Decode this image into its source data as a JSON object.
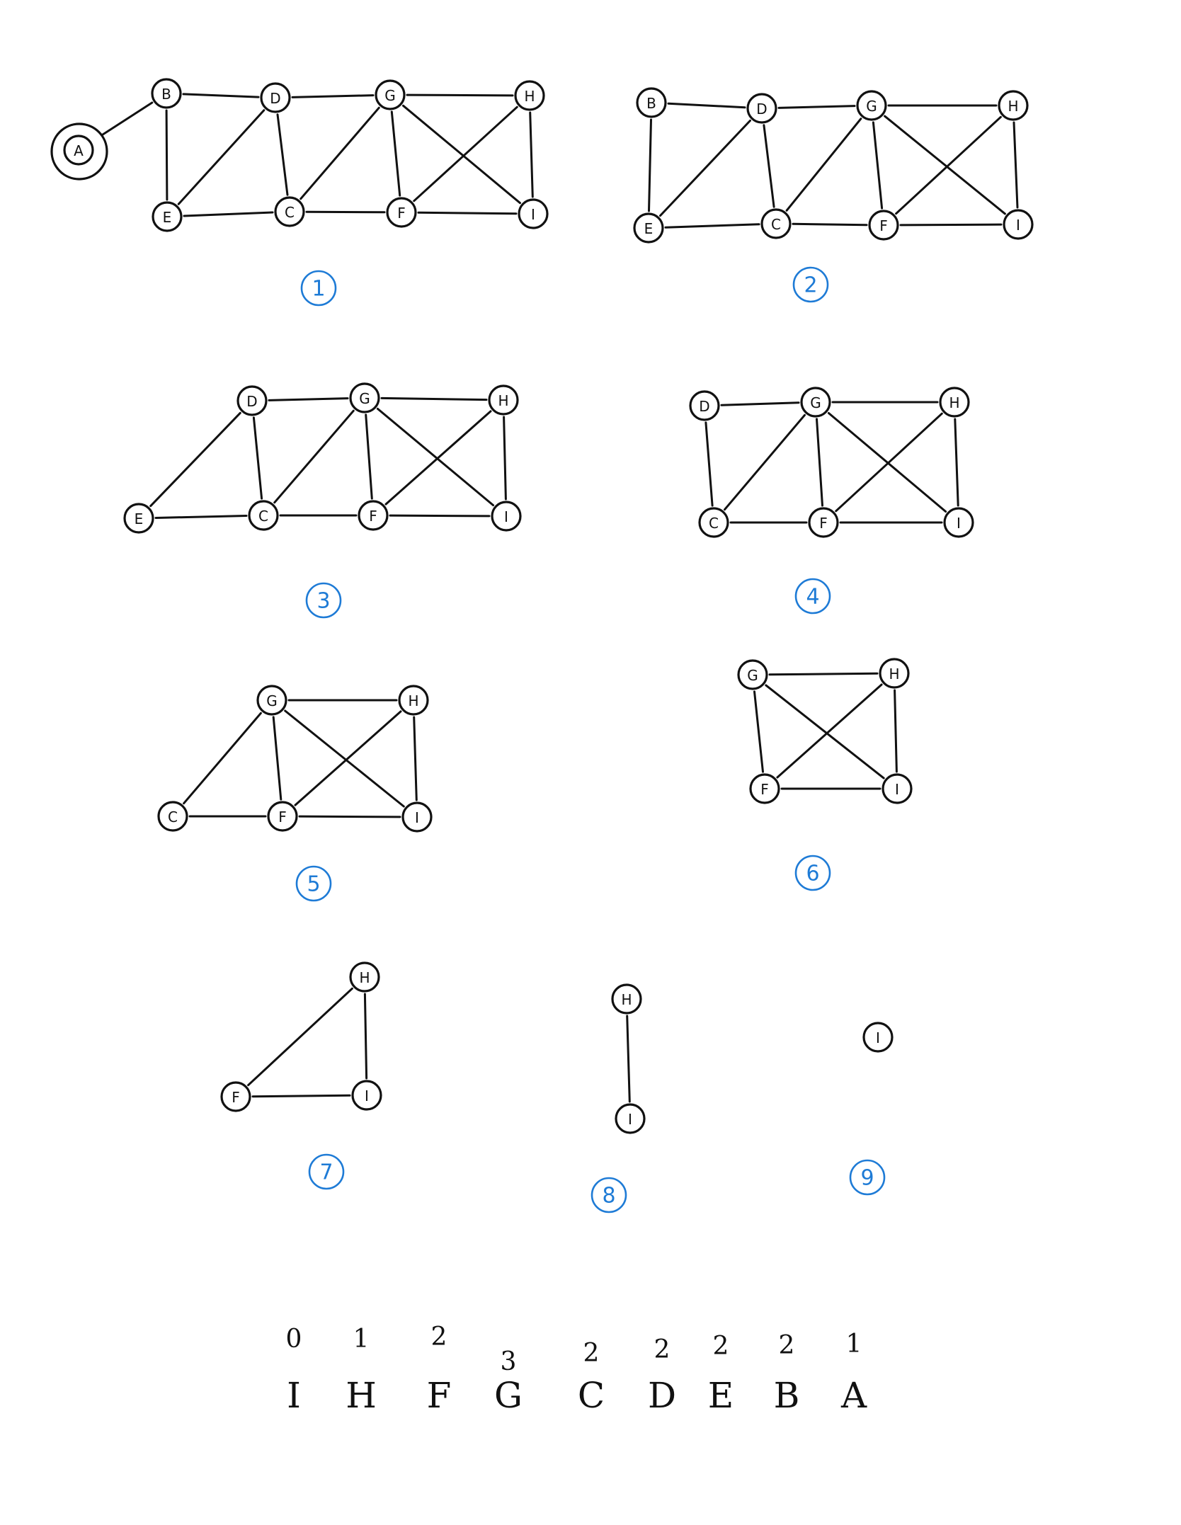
{
  "colors": {
    "ink": "#111111",
    "step_label": "#1e7bd6",
    "removed": "#c0161c"
  },
  "graphs": [
    {
      "step": "1",
      "nodes": [
        {
          "id": "A",
          "label": "A",
          "highlight": true
        },
        {
          "id": "B",
          "label": "B"
        },
        {
          "id": "D",
          "label": "D"
        },
        {
          "id": "G",
          "label": "G"
        },
        {
          "id": "H",
          "label": "H"
        },
        {
          "id": "E",
          "label": "E"
        },
        {
          "id": "C",
          "label": "C"
        },
        {
          "id": "F",
          "label": "F"
        },
        {
          "id": "I",
          "label": "I"
        }
      ],
      "edges": [
        [
          "A",
          "B"
        ],
        [
          "B",
          "D"
        ],
        [
          "D",
          "G"
        ],
        [
          "G",
          "H"
        ],
        [
          "B",
          "E"
        ],
        [
          "D",
          "E"
        ],
        [
          "D",
          "C"
        ],
        [
          "G",
          "C"
        ],
        [
          "G",
          "F"
        ],
        [
          "G",
          "I"
        ],
        [
          "H",
          "F"
        ],
        [
          "H",
          "I"
        ],
        [
          "E",
          "C"
        ],
        [
          "C",
          "F"
        ],
        [
          "F",
          "I"
        ]
      ]
    },
    {
      "step": "2",
      "nodes": [
        {
          "id": "B",
          "label": "B"
        },
        {
          "id": "D",
          "label": "D"
        },
        {
          "id": "G",
          "label": "G"
        },
        {
          "id": "H",
          "label": "H"
        },
        {
          "id": "E",
          "label": "E"
        },
        {
          "id": "C",
          "label": "C"
        },
        {
          "id": "F",
          "label": "F"
        },
        {
          "id": "I",
          "label": "I"
        }
      ],
      "edges": [
        [
          "B",
          "D"
        ],
        [
          "D",
          "G"
        ],
        [
          "G",
          "H"
        ],
        [
          "B",
          "E"
        ],
        [
          "D",
          "E"
        ],
        [
          "D",
          "C"
        ],
        [
          "G",
          "C"
        ],
        [
          "G",
          "F"
        ],
        [
          "G",
          "I"
        ],
        [
          "H",
          "F"
        ],
        [
          "H",
          "I"
        ],
        [
          "E",
          "C"
        ],
        [
          "C",
          "F"
        ],
        [
          "F",
          "I"
        ]
      ]
    },
    {
      "step": "3",
      "nodes": [
        {
          "id": "D",
          "label": "D"
        },
        {
          "id": "G",
          "label": "G"
        },
        {
          "id": "H",
          "label": "H"
        },
        {
          "id": "E",
          "label": "E"
        },
        {
          "id": "C",
          "label": "C"
        },
        {
          "id": "F",
          "label": "F"
        },
        {
          "id": "I",
          "label": "I"
        }
      ],
      "edges": [
        [
          "D",
          "G"
        ],
        [
          "G",
          "H"
        ],
        [
          "D",
          "E"
        ],
        [
          "D",
          "C"
        ],
        [
          "G",
          "C"
        ],
        [
          "G",
          "F"
        ],
        [
          "G",
          "I"
        ],
        [
          "H",
          "F"
        ],
        [
          "H",
          "I"
        ],
        [
          "E",
          "C"
        ],
        [
          "C",
          "F"
        ],
        [
          "F",
          "I"
        ]
      ]
    },
    {
      "step": "4",
      "nodes": [
        {
          "id": "D",
          "label": "D"
        },
        {
          "id": "G",
          "label": "G"
        },
        {
          "id": "H",
          "label": "H"
        },
        {
          "id": "C",
          "label": "C"
        },
        {
          "id": "F",
          "label": "F"
        },
        {
          "id": "I",
          "label": "I"
        }
      ],
      "edges": [
        [
          "D",
          "G"
        ],
        [
          "G",
          "H"
        ],
        [
          "D",
          "C"
        ],
        [
          "G",
          "C"
        ],
        [
          "G",
          "F"
        ],
        [
          "G",
          "I"
        ],
        [
          "H",
          "F"
        ],
        [
          "H",
          "I"
        ],
        [
          "C",
          "F"
        ],
        [
          "F",
          "I"
        ]
      ]
    },
    {
      "step": "5",
      "nodes": [
        {
          "id": "G",
          "label": "G"
        },
        {
          "id": "H",
          "label": "H"
        },
        {
          "id": "C",
          "label": "C"
        },
        {
          "id": "F",
          "label": "F"
        },
        {
          "id": "I",
          "label": "I"
        }
      ],
      "edges": [
        [
          "G",
          "H"
        ],
        [
          "G",
          "C"
        ],
        [
          "G",
          "F"
        ],
        [
          "G",
          "I"
        ],
        [
          "H",
          "F"
        ],
        [
          "H",
          "I"
        ],
        [
          "C",
          "F"
        ],
        [
          "F",
          "I"
        ]
      ]
    },
    {
      "step": "6",
      "nodes": [
        {
          "id": "G",
          "label": "G"
        },
        {
          "id": "H",
          "label": "H"
        },
        {
          "id": "F",
          "label": "F"
        },
        {
          "id": "I",
          "label": "I"
        }
      ],
      "edges": [
        [
          "G",
          "H"
        ],
        [
          "G",
          "F"
        ],
        [
          "G",
          "I"
        ],
        [
          "H",
          "F"
        ],
        [
          "H",
          "I"
        ],
        [
          "F",
          "I"
        ]
      ]
    },
    {
      "step": "7",
      "nodes": [
        {
          "id": "H",
          "label": "H"
        },
        {
          "id": "F",
          "label": "F"
        },
        {
          "id": "I",
          "label": "I"
        }
      ],
      "edges": [
        [
          "H",
          "F"
        ],
        [
          "H",
          "I"
        ],
        [
          "F",
          "I"
        ]
      ]
    },
    {
      "step": "8",
      "nodes": [
        {
          "id": "H",
          "label": "H"
        },
        {
          "id": "I",
          "label": "I"
        }
      ],
      "edges": [
        [
          "H",
          "I"
        ]
      ]
    },
    {
      "step": "9",
      "nodes": [
        {
          "id": "I",
          "label": "I"
        }
      ],
      "edges": []
    }
  ],
  "sequence": {
    "numbers": [
      "0",
      "1",
      "2",
      "3",
      "2",
      "2",
      "2",
      "2",
      "1"
    ],
    "letters": [
      "I",
      "H",
      "F",
      "G",
      "C",
      "D",
      "E",
      "B",
      "A"
    ]
  }
}
